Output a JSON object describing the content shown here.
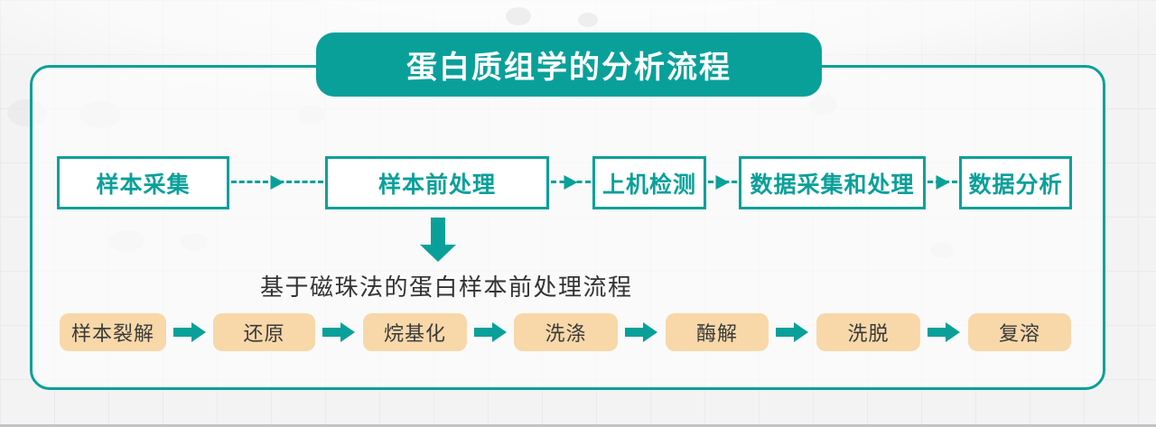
{
  "title": "蛋白质组学的分析流程",
  "main_flow": {
    "steps": [
      {
        "label": "样本采集"
      },
      {
        "label": "样本前处理"
      },
      {
        "label": "上机检测"
      },
      {
        "label": "数据采集和处理"
      },
      {
        "label": "数据分析"
      }
    ]
  },
  "sub_flow": {
    "heading": "基于磁珠法的蛋白样本前处理流程",
    "steps": [
      {
        "label": "样本裂解"
      },
      {
        "label": "还原"
      },
      {
        "label": "烷基化"
      },
      {
        "label": "洗涤"
      },
      {
        "label": "酶解"
      },
      {
        "label": "洗脱"
      },
      {
        "label": "复溶"
      }
    ]
  },
  "colors": {
    "teal": "#0AA09A",
    "peach": "#F8D8A9",
    "text_dark": "#3A3A3A",
    "background": "#F3F3F4"
  }
}
